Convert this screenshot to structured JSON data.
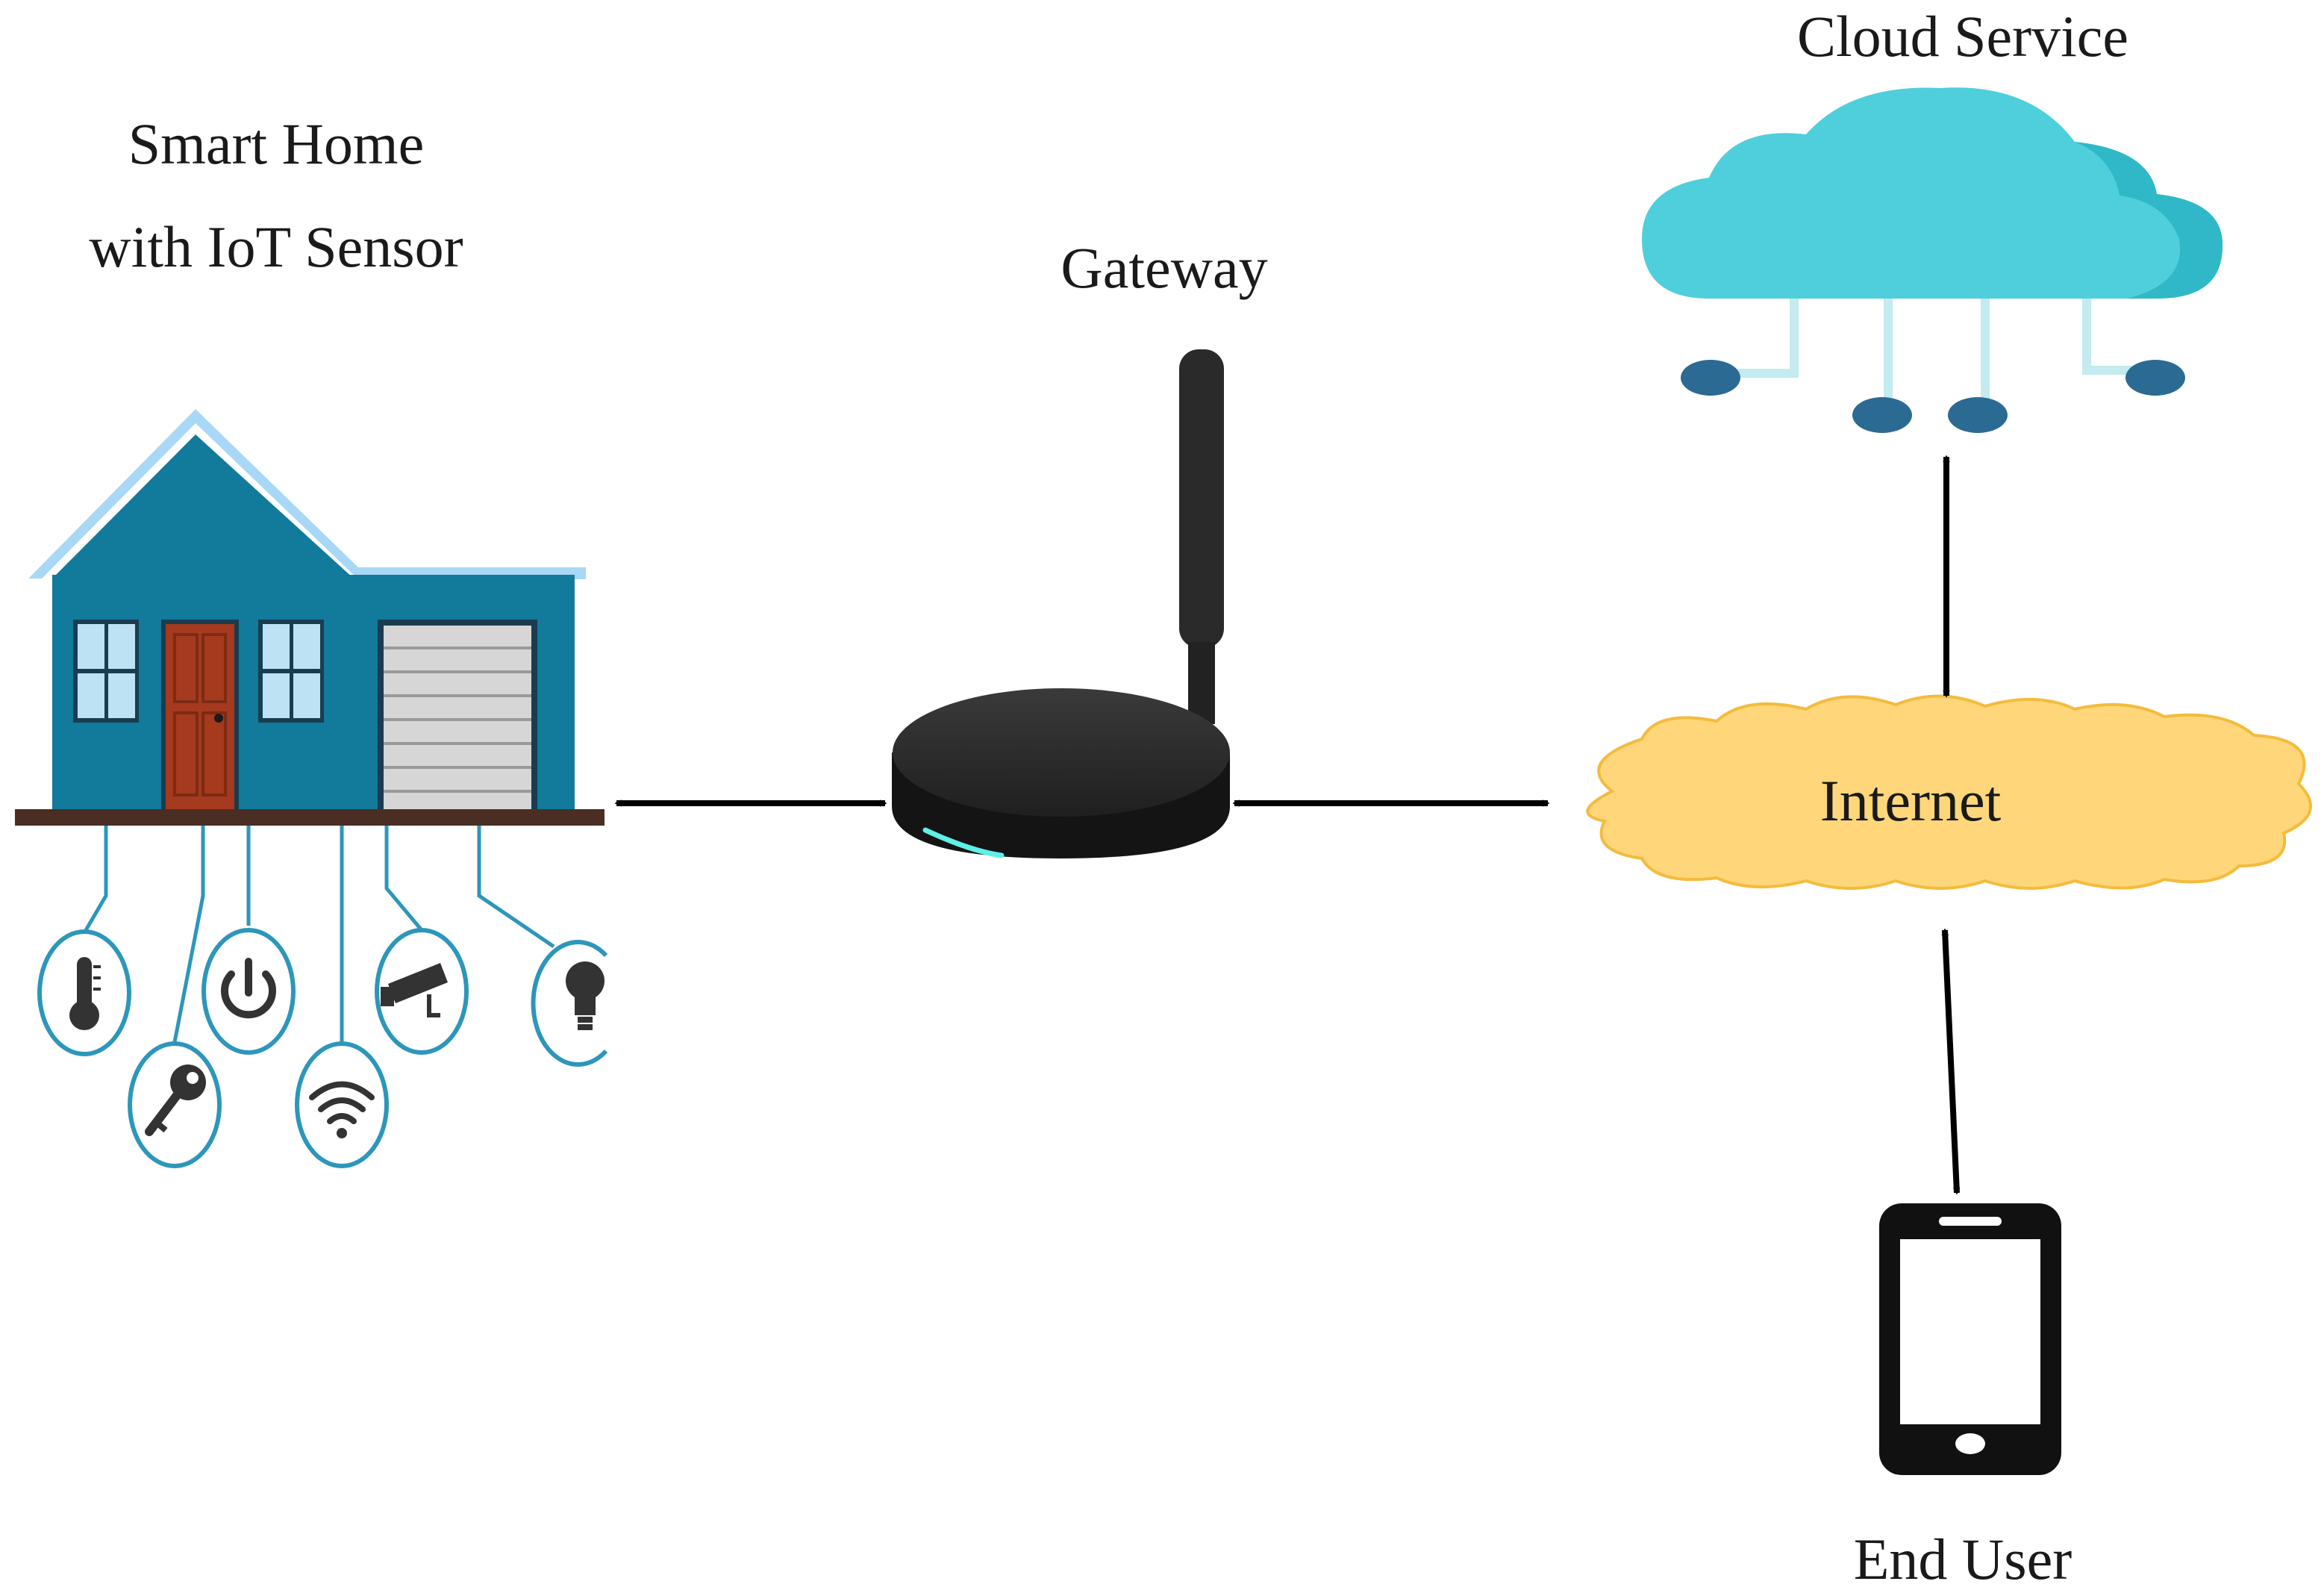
{
  "labels": {
    "smart_home_line1": "Smart Home",
    "smart_home_line2": "with IoT Sensor",
    "gateway": "Gateway",
    "cloud_service": "Cloud Service",
    "internet": "Internet",
    "end_user": "End User"
  },
  "colors": {
    "house_wall": "#127a9b",
    "roof_trim": "#a8d8f5",
    "door": "#a53a1e",
    "ground": "#4a2e23",
    "sensor_ring": "#2d96bb",
    "cloud_service": "#4fcfdc",
    "cloud_node": "#2b6a93",
    "internet_cloud": "#ffd77a",
    "internet_outline": "#f4bb3d",
    "device": "#1a1a1a",
    "gateway_led": "#5ff0e6"
  },
  "icons": {
    "house": "house-icon",
    "sensors": [
      "thermometer-icon",
      "key-icon",
      "power-icon",
      "wifi-icon",
      "camera-icon",
      "lightbulb-icon"
    ],
    "gateway": "router-icon",
    "cloud_service": "cloud-network-icon",
    "internet": "cloud-icon",
    "end_user": "smartphone-icon"
  }
}
